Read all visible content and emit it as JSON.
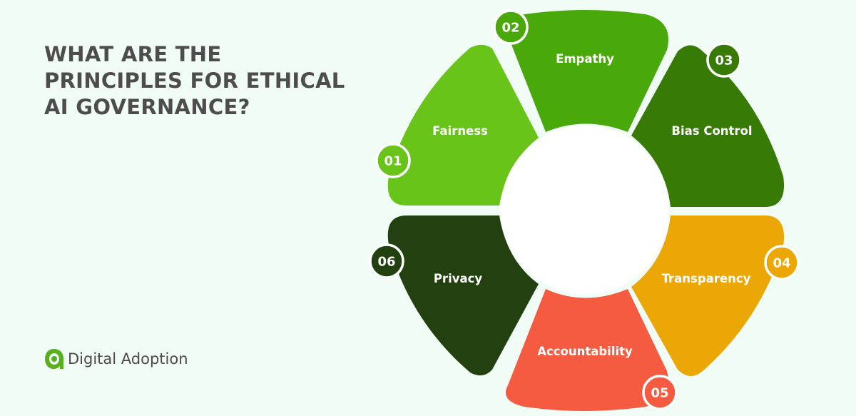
{
  "title": "WHAT ARE THE PRINCIPLES FOR ETHICAL AI GOVERNANCE?",
  "brand": {
    "name": "Digital Adoption",
    "logo_icon": "digital-adoption-logo-icon",
    "color": "#58b01e"
  },
  "principles": [
    {
      "number": "01",
      "label": "Fairness",
      "color": "#68c418"
    },
    {
      "number": "02",
      "label": "Empathy",
      "color": "#4aa90a"
    },
    {
      "number": "03",
      "label": "Bias Control",
      "color": "#377a06"
    },
    {
      "number": "04",
      "label": "Transparency",
      "color": "#eba706"
    },
    {
      "number": "05",
      "label": "Accountability",
      "color": "#f45b40"
    },
    {
      "number": "06",
      "label": "Privacy",
      "color": "#234110"
    }
  ]
}
